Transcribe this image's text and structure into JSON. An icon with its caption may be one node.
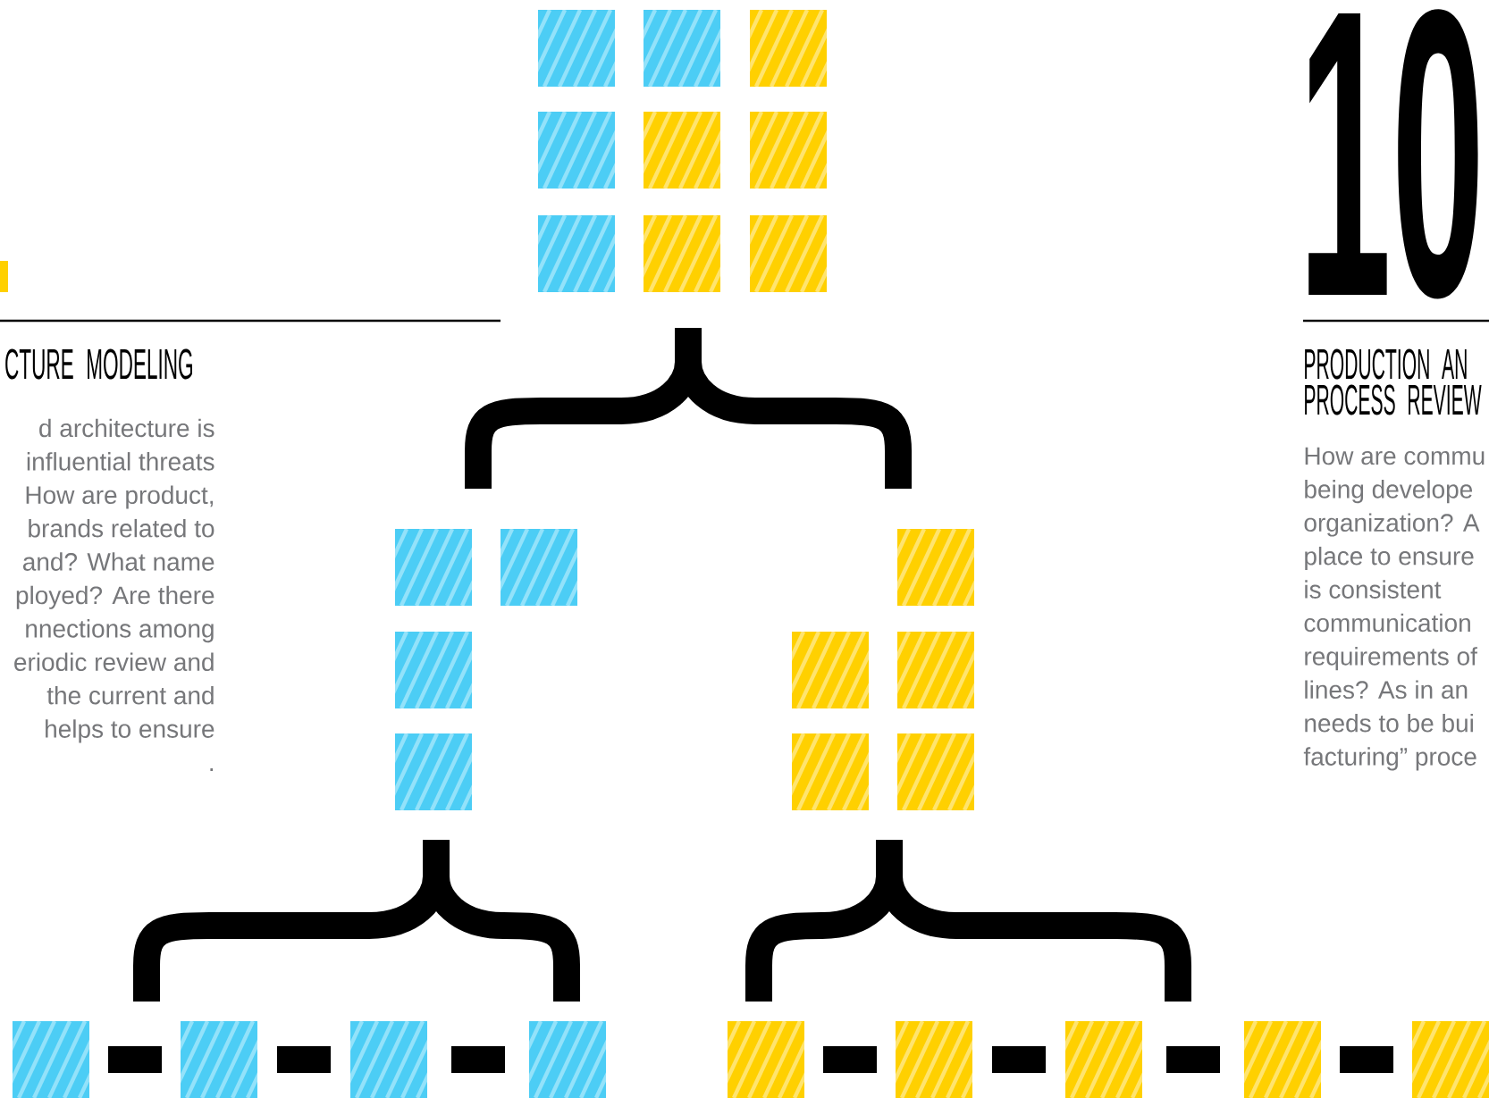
{
  "diagram": {
    "labels": [
      "10",
      "CTURE MODELING",
      "d architecture is",
      "influential threats",
      "How are product,",
      "brands related to",
      "and? What name",
      "ployed? Are there",
      "nnections among",
      "eriodic review and",
      "the current and",
      "helps to ensure",
      ".",
      "PRODUCTION AN",
      "PROCESS REVIEW",
      "How are commu",
      "being develope",
      "organization? A",
      "place to ensure",
      "is consistent",
      "communication",
      "requirements of",
      "lines? As in an",
      "needs to be bui",
      "facturing” proce"
    ]
  }
}
